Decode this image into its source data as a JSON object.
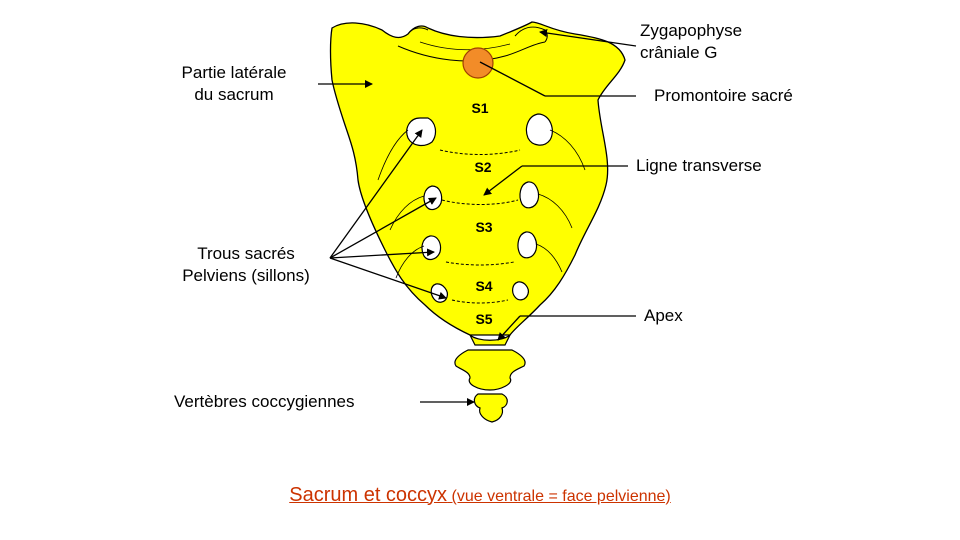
{
  "labels": {
    "lateral_part": [
      "Partie latérale",
      "du sacrum"
    ],
    "zygapophyse": [
      "Zygapophyse",
      "crâniale G"
    ],
    "promontory": "Promontoire sacré",
    "transverse_line": "Ligne transverse",
    "foramina": [
      "Trous sacrés",
      "Pelviens  (sillons)"
    ],
    "apex": "Apex",
    "coccyx": "Vertèbres coccygiennes"
  },
  "vertebrae": [
    "S1",
    "S2",
    "S3",
    "S4",
    "S5"
  ],
  "caption": {
    "main": "Sacrum et coccyx",
    "sub": "(vue ventrale = face pelvienne)"
  },
  "colors": {
    "bone": "#ffff00",
    "promontory": "#f28c28",
    "caption": "#cc3300"
  }
}
